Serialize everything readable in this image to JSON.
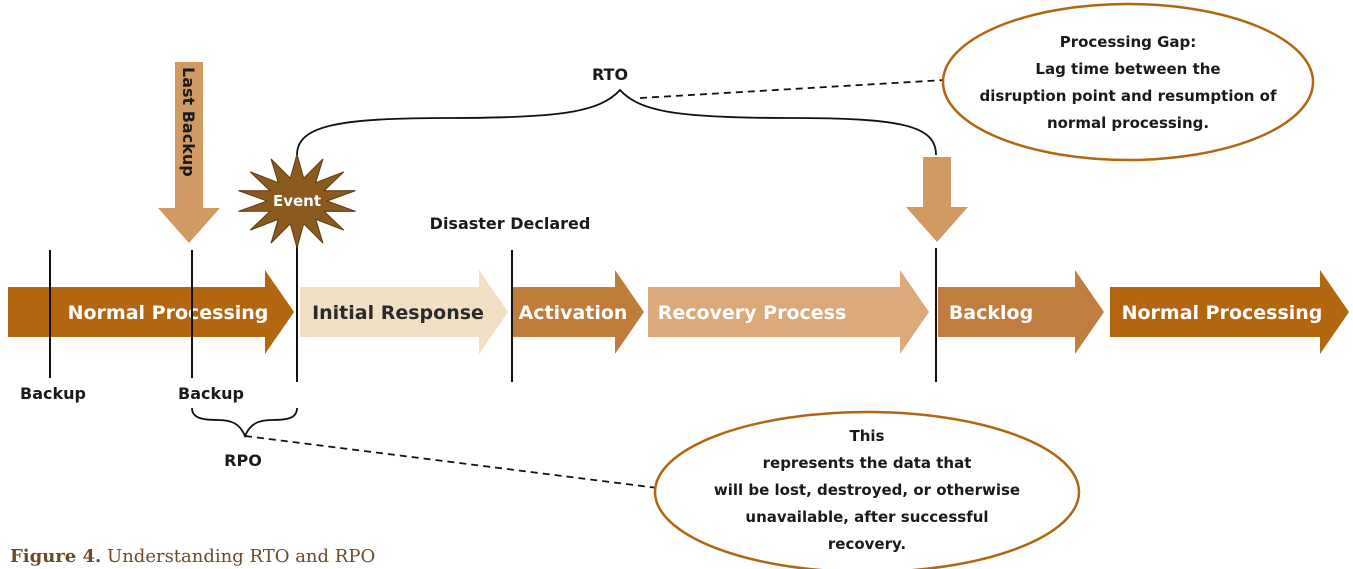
{
  "diagram": {
    "process_arrows": [
      {
        "label": "Normal Processing",
        "color": "#b2660f",
        "text_color": "#ffffff"
      },
      {
        "label": "Initial Response",
        "color": "#f3dfc3",
        "text_color": "#2a2a2a"
      },
      {
        "label": "Activation",
        "color": "#bf7c3b",
        "text_color": "#ffffff"
      },
      {
        "label": "Recovery Process",
        "color": "#dba97a",
        "text_color": "#ffffff"
      },
      {
        "label": "Backlog",
        "color": "#c17d3f",
        "text_color": "#ffffff"
      },
      {
        "label": "Normal Processing",
        "color": "#b2660f",
        "text_color": "#ffffff"
      }
    ],
    "markers": {
      "backup_1": "Backup",
      "backup_2": "Backup",
      "disaster_declared": "Disaster Declared",
      "event": "Event",
      "last_backup": "Last Backup",
      "rto": "RTO",
      "rpo": "RPO"
    },
    "callouts": {
      "processing_gap": [
        "Processing Gap:",
        "Lag time between the",
        "disruption point and resumption of",
        "normal processing."
      ],
      "data_loss": [
        "This",
        "represents the data that",
        "will be lost, destroyed, or otherwise",
        "unavailable, after successful",
        "recovery."
      ]
    },
    "colors": {
      "callout_border": "#b2660f",
      "event_star": "#8a5a1e",
      "down_arrow": "#d19a62"
    }
  },
  "caption": {
    "figure": "Figure 4.",
    "text": "Understanding RTO and RPO"
  }
}
